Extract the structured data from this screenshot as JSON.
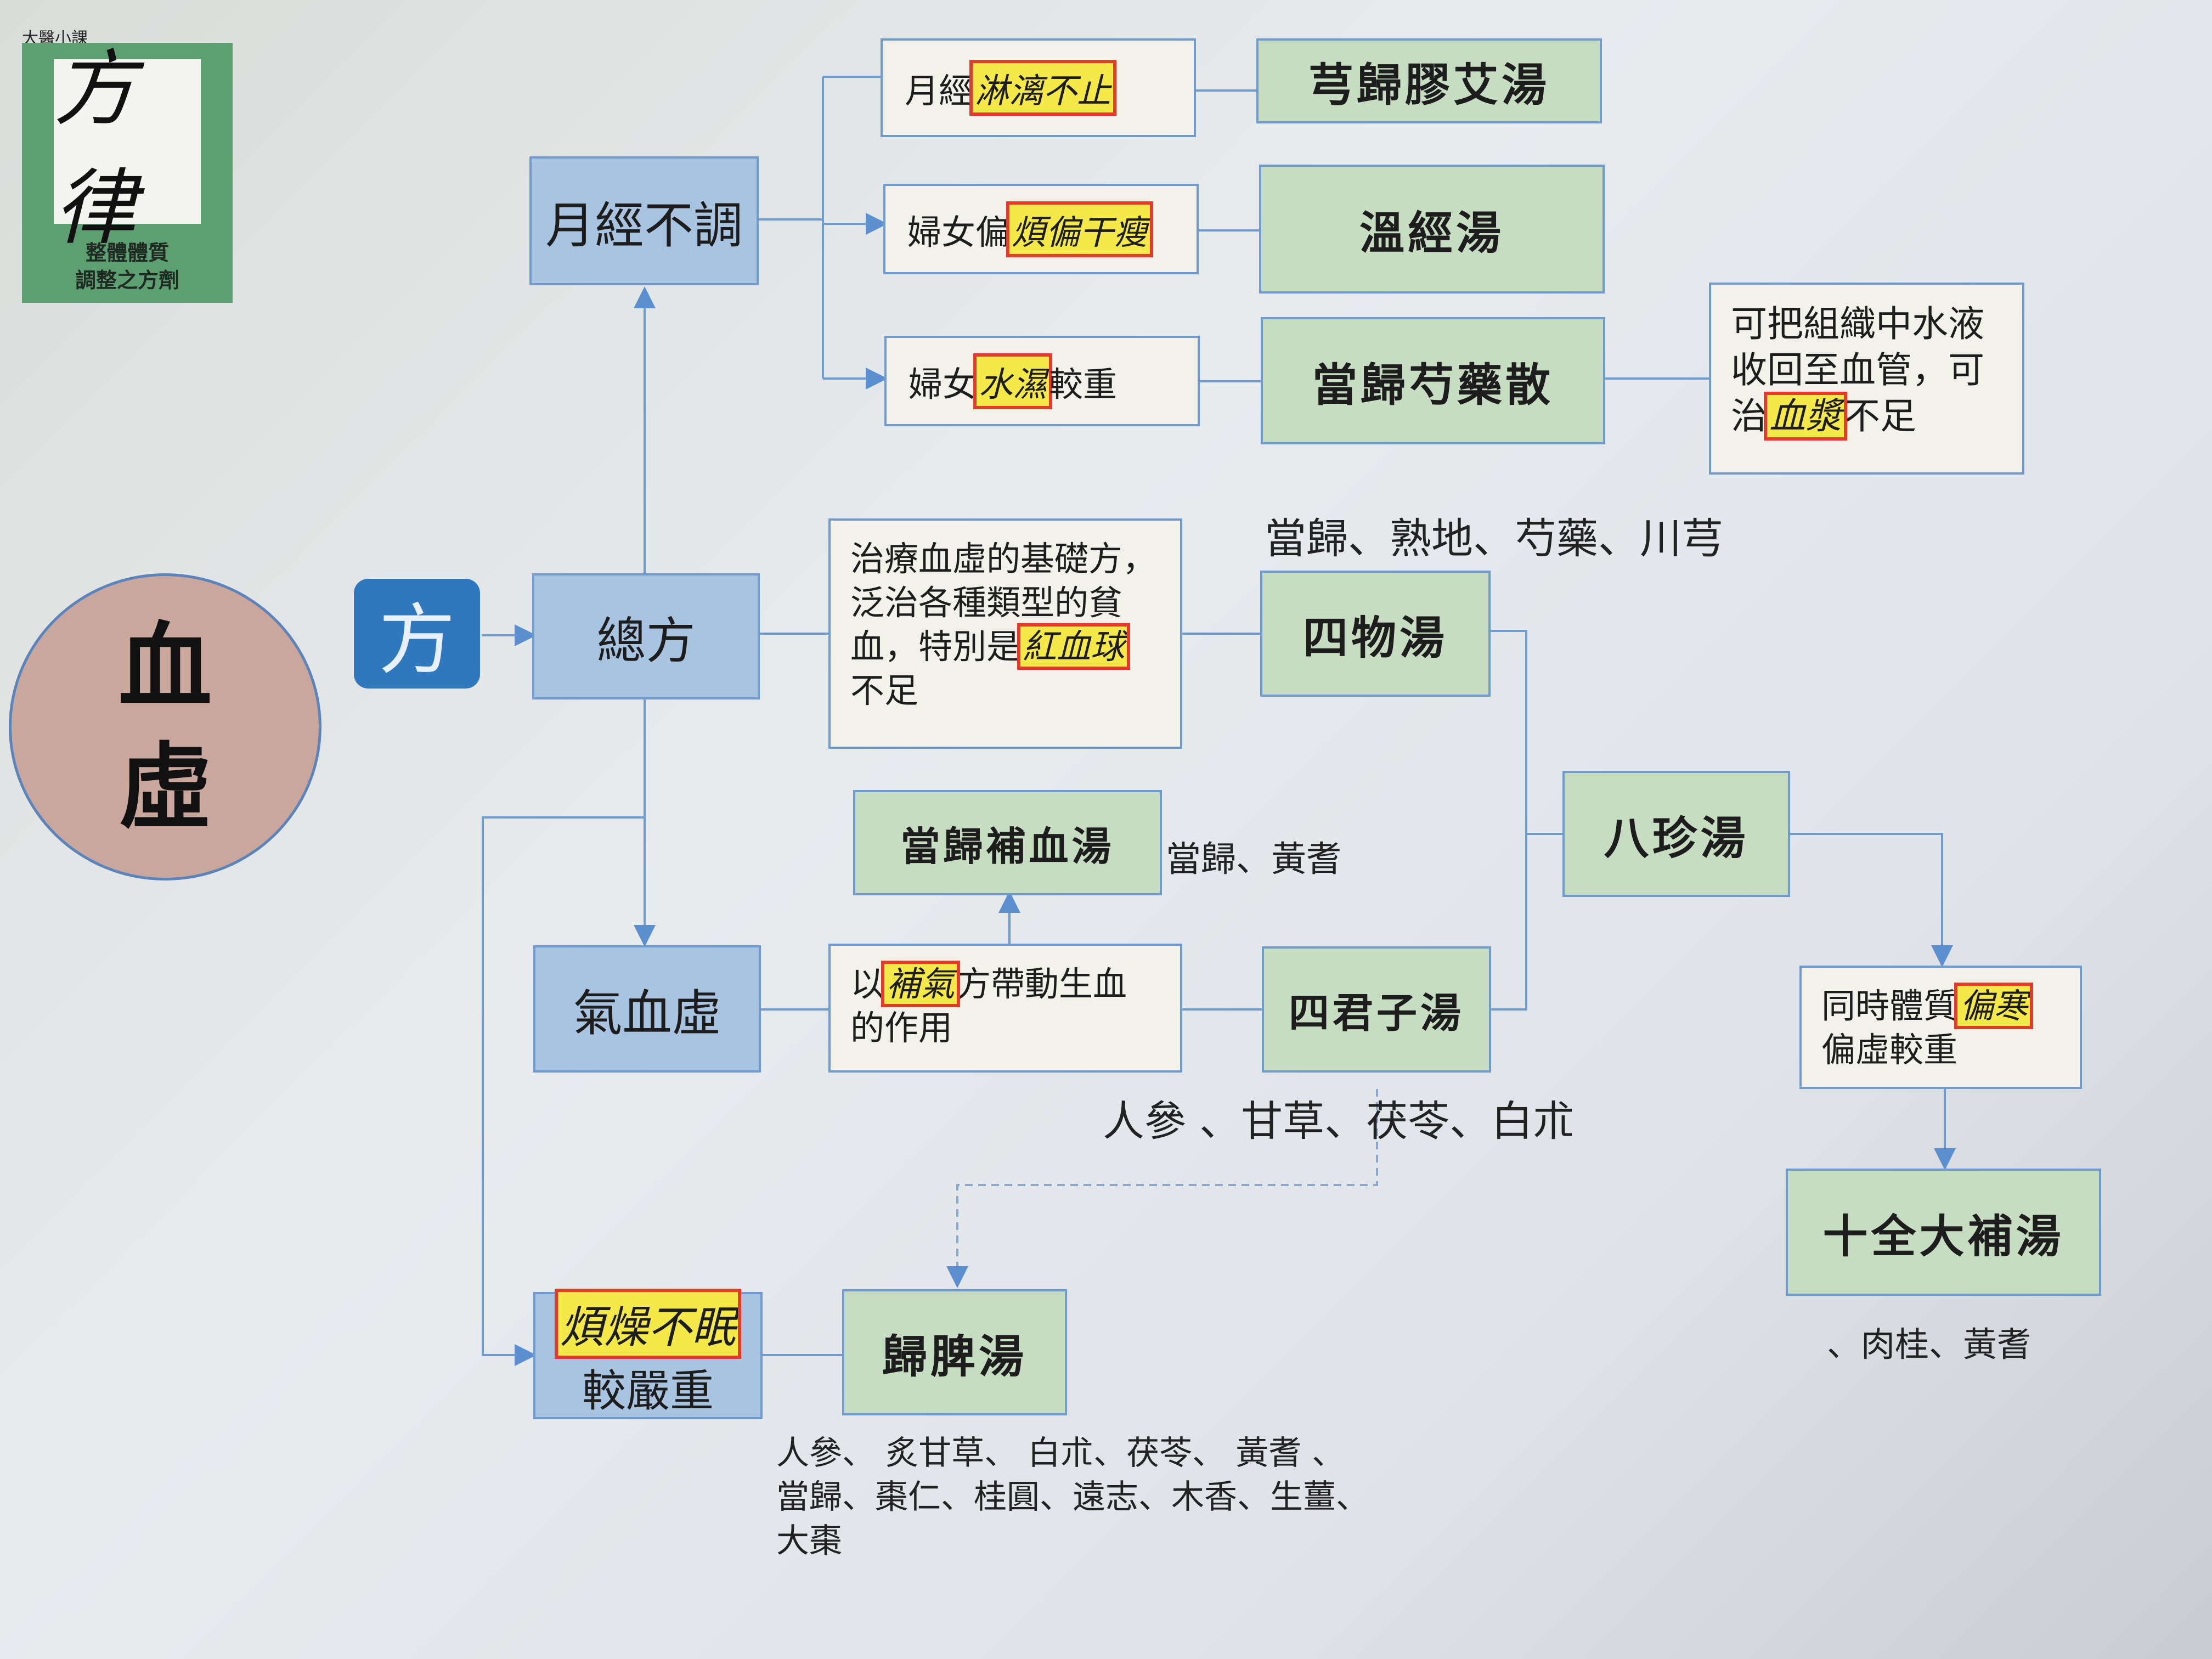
{
  "logo": {
    "corner_label": "大醫小課",
    "calligraphy": "方律",
    "subtitle_line1": "整體體質",
    "subtitle_line2": "調整之方劑"
  },
  "main_topic": {
    "line1": "血",
    "line2": "虛"
  },
  "fang_badge": "方",
  "categories": {
    "menstrual": "月經不調",
    "general": "總方",
    "qi_blood": "氣血虛"
  },
  "irritable": {
    "highlight": "煩燥不眠",
    "rest": "較嚴重"
  },
  "conditions": {
    "c1": {
      "prefix": "月經",
      "highlight": "淋漓不止",
      "suffix": ""
    },
    "c2": {
      "prefix": "婦女偏",
      "highlight": "煩偏干瘦",
      "suffix": ""
    },
    "c3": {
      "prefix": "婦女",
      "highlight": "水濕",
      "suffix": "較重"
    }
  },
  "formulas": {
    "xiong_gui": "芎歸膠艾湯",
    "wen_jing": "溫經湯",
    "dang_gui_shao_yao": "當歸芍藥散",
    "si_wu": "四物湯",
    "dang_gui_bu_xue": "當歸補血湯",
    "si_jun_zi": "四君子湯",
    "ba_zhen": "八珍湯",
    "shi_quan": "十全大補湯",
    "gui_pi": "歸脾湯"
  },
  "notes": {
    "water": {
      "line1": "可把組織中水液",
      "line2": "收回至血管，可",
      "line3_prefix": "治",
      "line3_highlight": "血漿",
      "line3_suffix": "不足"
    },
    "siwu": {
      "line1": "治療血虛的基礎方，",
      "line2": "泛治各種類型的貧",
      "line3_prefix": "血，特別是",
      "line3_highlight": "紅血球",
      "line4": "不足"
    },
    "buqi": {
      "line1_prefix": "以",
      "line1_highlight": "補氣",
      "line1_suffix": "方帶動生血",
      "line2": "的作用"
    },
    "bazhen": {
      "line1_prefix": "同時體質",
      "line1_highlight": "偏寒",
      "line2": "偏虛較重"
    }
  },
  "ingredients": {
    "si_wu": "當歸、熟地、芍藥、川芎",
    "dang_gui_bu_xue": "當歸、黃耆",
    "si_jun_zi": "人參 、甘草、茯苓、白朮",
    "shi_quan": "、肉桂、黃耆",
    "gui_pi_line1": "人參、 炙甘草、 白朮、茯苓、 黃耆 、",
    "gui_pi_line2": "當歸、棗仁、桂圓、遠志、木香、生薑、",
    "gui_pi_line3": "大棗"
  }
}
